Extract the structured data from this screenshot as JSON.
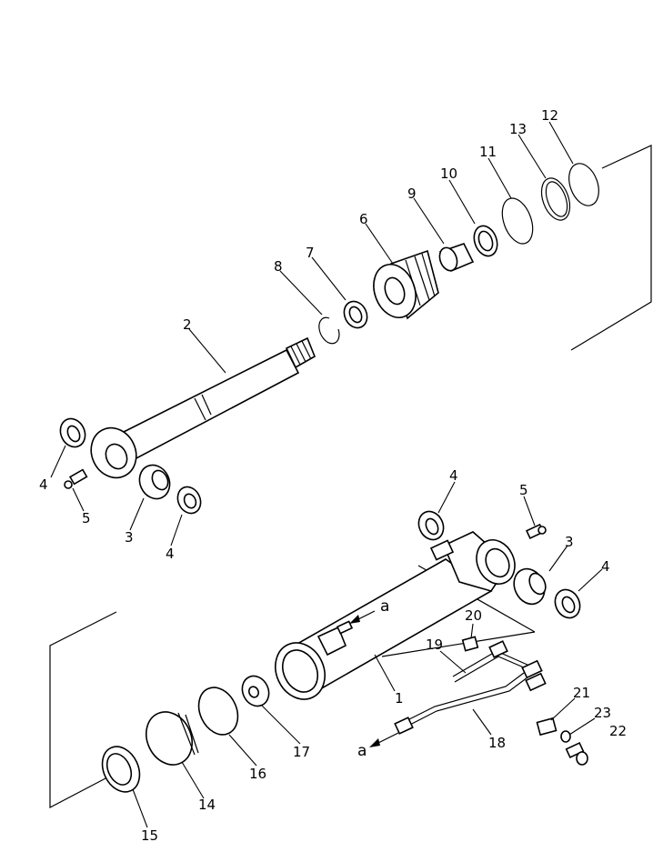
{
  "labels": {
    "p1": "1",
    "p2": "2",
    "p3a": "3",
    "p3b": "3",
    "p4a": "4",
    "p4b": "4",
    "p4c": "4",
    "p4d": "4",
    "p5a": "5",
    "p5b": "5",
    "p6": "6",
    "p7": "7",
    "p8": "8",
    "p9": "9",
    "p10": "10",
    "p11": "11",
    "p12": "12",
    "p13": "13",
    "p14": "14",
    "p15": "15",
    "p16": "16",
    "p17": "17",
    "p18": "18",
    "p19": "19",
    "p20": "20",
    "p21": "21",
    "p22": "22",
    "p23": "23",
    "a1": "a",
    "a2": "a"
  }
}
